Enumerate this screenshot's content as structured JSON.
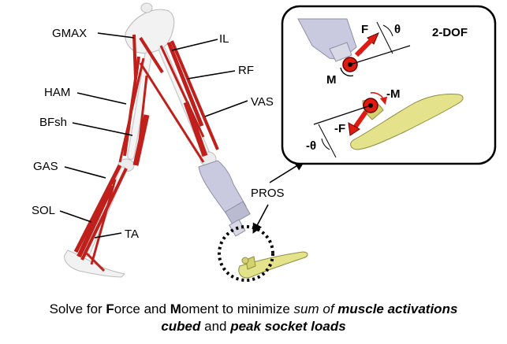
{
  "muscles": {
    "gmax": "GMAX",
    "il": "IL",
    "rf": "RF",
    "ham": "HAM",
    "vas": "VAS",
    "bfsh": "BFsh",
    "gas": "GAS",
    "sol": "SOL",
    "ta": "TA"
  },
  "pros_label": "PROS",
  "inset": {
    "title": "2-DOF",
    "force": "F",
    "moment": "M",
    "theta": "θ",
    "neg_force": "-F",
    "neg_moment": "-M",
    "neg_theta": "-θ"
  },
  "caption": {
    "p1": "Solve for ",
    "p2": "F",
    "p3": "orce and ",
    "p4": "M",
    "p5": "oment to minimize ",
    "p6": "sum of ",
    "p7": "muscle activations",
    "p8": "cubed",
    "p9": " and ",
    "p10": "peak socket loads"
  },
  "colors": {
    "muscle": "#c0201c",
    "bone": "#f0f0f0",
    "prosthesis": "#c9c9df",
    "foot": "#e4e28a",
    "arrow": "#e01c12"
  }
}
